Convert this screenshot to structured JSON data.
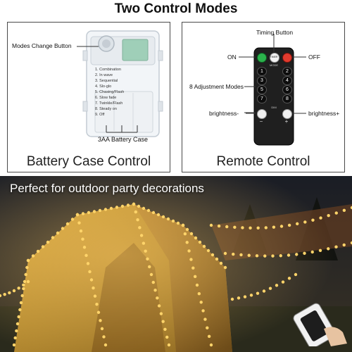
{
  "title": "Two Control Modes",
  "battery_panel": {
    "caption": "Battery Case Control",
    "modes_label": "Modes Change Button",
    "battery_label": "3AA Battery Case",
    "modes_list": [
      "1. Combination",
      "2. In wave",
      "3. Sequential",
      "4. Slo-glo",
      "5. Chasing/Flash",
      "6. Slow fade",
      "7. Twinkle/Flash",
      "8. Steady on",
      "9. Off"
    ]
  },
  "remote_panel": {
    "caption": "Remote Control",
    "timing_label": "Timing Button",
    "on_label": "ON",
    "off_label": "OFF",
    "adjust_label": "8 Adjustment Modes",
    "brightness_minus_label": "brightness-",
    "brightness_plus_label": "brightness+",
    "remote_keys": {
      "timer": "TIMER",
      "mode": "MODE",
      "dim": "DIM",
      "minus": "−",
      "plus": "+",
      "numbers": [
        "1",
        "2",
        "3",
        "4",
        "5",
        "6",
        "7",
        "8"
      ]
    }
  },
  "photo": {
    "caption": "Perfect for outdoor party decorations"
  },
  "colors": {
    "on_button": "#2bb24c",
    "off_button": "#e23b2e",
    "warm_light": "#ffd46a",
    "night_sky": "#1b1f2a"
  }
}
